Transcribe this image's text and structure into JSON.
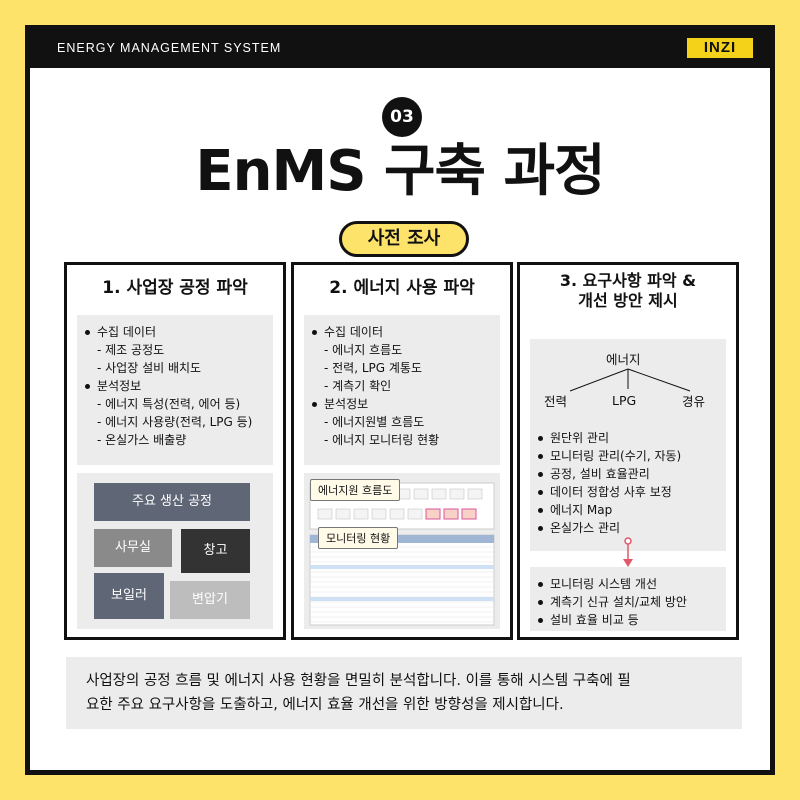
{
  "header": {
    "system_name": "ENERGY MANAGEMENT SYSTEM",
    "logo_text": "INZI"
  },
  "section": {
    "number": "03",
    "title": "EnMS 구축 과정",
    "pill": "사전 조사"
  },
  "columns": [
    {
      "title": "1. 사업장 공정 파악",
      "bullets": [
        {
          "kind": "b",
          "text": "수집 데이터"
        },
        {
          "kind": "s",
          "text": "- 제조 공정도"
        },
        {
          "kind": "s",
          "text": "- 사업장 설비 배치도"
        },
        {
          "kind": "b",
          "text": "분석정보"
        },
        {
          "kind": "s",
          "text": "- 에너지 특성(전력, 에어 등)"
        },
        {
          "kind": "s",
          "text": "- 에너지 사용량(전력, LPG 등)"
        },
        {
          "kind": "s",
          "text": "- 온실가스 배출량"
        }
      ],
      "layout_blocks": {
        "main_process": "주요 생산 공정",
        "office": "사무실",
        "warehouse": "창고",
        "boiler": "보일러",
        "transformer": "변압기"
      }
    },
    {
      "title": "2. 에너지 사용 파악",
      "bullets": [
        {
          "kind": "b",
          "text": "수집 데이터"
        },
        {
          "kind": "s",
          "text": "- 에너지 흐름도"
        },
        {
          "kind": "s",
          "text": "- 전력, LPG 계통도"
        },
        {
          "kind": "s",
          "text": "- 계측기 확인"
        },
        {
          "kind": "b",
          "text": "분석정보"
        },
        {
          "kind": "s",
          "text": "- 에너지원별 흐름도"
        },
        {
          "kind": "s",
          "text": "- 에너지 모니터링 현황"
        }
      ],
      "tags": {
        "flow": "에너지원 흐름도",
        "monitoring": "모니터링 현황"
      }
    },
    {
      "title_line1": "3. 요구사항 파악 &",
      "title_line2": "개선 방안 제시",
      "tree": {
        "root": "에너지",
        "children": [
          "전력",
          "LPG",
          "경유"
        ]
      },
      "bullets": [
        "원단위 관리",
        "모니터링 관리(수기, 자동)",
        "공정, 설비 효율관리",
        "데이터 정합성 사후 보정",
        "에너지 Map",
        "온실가스 관리"
      ],
      "improvements": [
        "모니터링 시스템 개선",
        "계측기 신규 설치/교체 방안",
        "설비 효율 비교 등"
      ],
      "arrow_color": "#e0586a"
    }
  ],
  "description": {
    "line1": "사업장의 공정 흐름 및 에너지 사용 현황을 면밀히 분석합니다. 이를 통해 시스템 구축에 필",
    "line2": "요한 주요 요구사항을 도출하고, 에너지 효율 개선을 위한 방향성을 제시합니다."
  },
  "colors": {
    "background": "#fde36a",
    "frame": "#111111",
    "logo": "#f5d21a",
    "panel": "#ececec",
    "block_dark_blue": "#5f6675",
    "block_gray": "#8a8a8a",
    "block_dark": "#333333",
    "block_light": "#bdbdbd"
  }
}
